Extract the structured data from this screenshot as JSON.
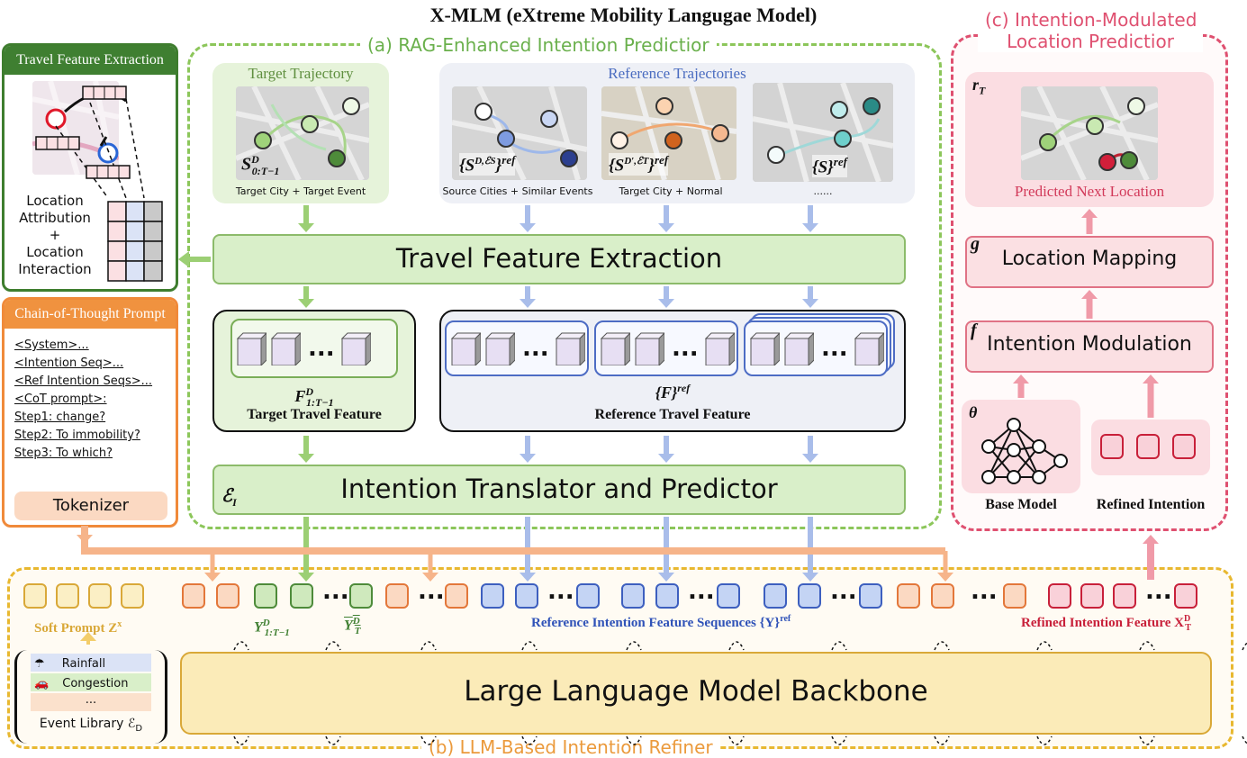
{
  "title": "X-MLM (eXtreme Mobility Langugae Model)",
  "section_a": {
    "label": "(a) RAG-Enhanced Intention Predictior",
    "target_label": "Target Trajectory",
    "reference_label": "Reference Trajectories",
    "target_math": "S",
    "target_math_sup": "D",
    "target_math_sub": "0:T−1",
    "target_caption": "Target City + Target Event",
    "ref_items": [
      {
        "math": "{S",
        "sup": "D,ℰS",
        "tail": "}",
        "tailsup": "ref",
        "caption": "Source Cities + Similar Events"
      },
      {
        "math": "{S",
        "sup": "D′,ℰT",
        "tail": "}",
        "tailsup": "ref",
        "caption": "Target City + Normal"
      },
      {
        "math": "{S}",
        "sup": "",
        "tail": "",
        "tailsup": "ref",
        "caption": "......"
      }
    ],
    "travel_feature_extraction": "Travel Feature Extraction",
    "target_feature_math": "F",
    "target_feature_sup": "D",
    "target_feature_sub": "1:T−1",
    "target_feature_caption": "Target Travel Feature",
    "ref_feature_math": "{F}",
    "ref_feature_sup": "ref",
    "ref_feature_caption": "Reference Travel Feature",
    "ellipsis": "...",
    "translator_symbol": "ℰ",
    "translator_symbol_sub": "I",
    "translator": "Intention Translator and Predictor"
  },
  "side_travel": {
    "header": "Travel Feature Extraction",
    "line1": "Location",
    "line2": "Attribution",
    "line3": "+",
    "line4": "Location",
    "line5": "Interaction"
  },
  "side_cot": {
    "header": "Chain-of-Thought Prompt",
    "lines": [
      "<System>...",
      "<Intention Seq>...",
      "<Ref Intention Seqs>...",
      "<CoT prompt>:",
      "Step1: change?",
      "Step2: To immobility?",
      "Step3: To which?"
    ],
    "tokenizer": "Tokenizer"
  },
  "section_b": {
    "label": "(b) LLM-Based Intention Refiner",
    "soft_prompt": "Soft Prompt Z",
    "soft_prompt_sup": "x",
    "y_label": "Y",
    "y_sup": "D",
    "y_sub": "1:T−1",
    "yhat_label": "Y",
    "yhat_sup": "D",
    "yhat_sub": "T",
    "ref_seq_label": "Reference Intention Feature Sequences {Y}",
    "ref_seq_sup": "ref",
    "refined_label": "Refined Intention Feature X",
    "refined_sup": "D",
    "refined_sub": "T",
    "backbone": "Large Language Model Backbone",
    "event_items": [
      "Rainfall",
      "Congestion",
      "..."
    ],
    "event_library": "Event Library ℰ",
    "event_library_sub": "D",
    "ellipsis": "..."
  },
  "section_c": {
    "label_line1": "(c) Intention-Modulated",
    "label_line2": "Location Predictior",
    "r_symbol": "r",
    "r_sub": "T",
    "predicted": "Predicted Next Location",
    "g_symbol": "g",
    "location_mapping": "Location Mapping",
    "f_symbol": "f",
    "intention_modulation": "Intention Modulation",
    "theta_symbol": "θ",
    "base_model": "Base Model",
    "refined_intention": "Refined Intention"
  },
  "colors": {
    "green_dark": "#3f7f31",
    "green_light": "#d9efc9",
    "blue_light": "#c4d4f4",
    "orange": "#f0923f",
    "red": "#df5070",
    "yellow": "#e8b830"
  }
}
